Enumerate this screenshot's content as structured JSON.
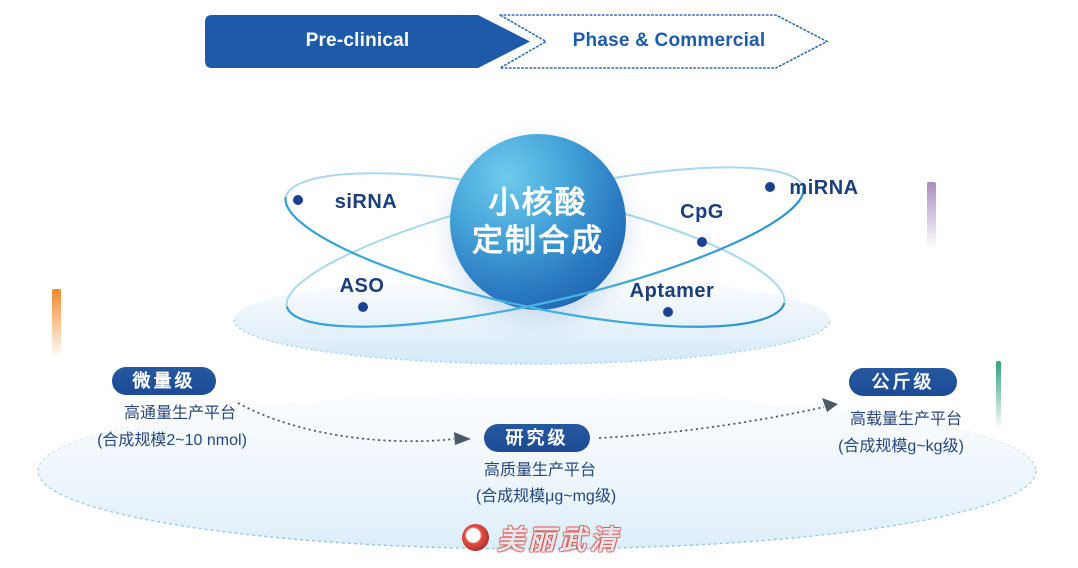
{
  "banner": {
    "stage1": "Pre-clinical",
    "stage2": "Phase & Commercial"
  },
  "center": {
    "title_line1": "小核酸",
    "title_line2": "定制合成"
  },
  "orbit": {
    "labels": [
      {
        "id": "sirna",
        "label": "siRNA"
      },
      {
        "id": "aso",
        "label": "ASO"
      },
      {
        "id": "cpg",
        "label": "CpG"
      },
      {
        "id": "aptamer",
        "label": "Aptamer"
      },
      {
        "id": "mirna",
        "label": "miRNA"
      }
    ]
  },
  "platforms": [
    {
      "level": "微量级",
      "platform": "高通量生产平台",
      "scale": "(合成规模2~10 nmol)"
    },
    {
      "level": "研究级",
      "platform": "高质量生产平台",
      "scale": "(合成规模μg~mg级)"
    },
    {
      "level": "公斤级",
      "platform": "高载量生产平台",
      "scale": "(合成规模g~kg级)"
    }
  ],
  "watermark": {
    "text": "美丽武清"
  },
  "colors": {
    "banner_blue": "#1d5aa9",
    "banner_text_blue": "#1d5cab",
    "navy_label": "#1c3e7d",
    "badge_navy": "#1e4f9c",
    "orbit_blue": "#2e9bd6",
    "dot_navy": "#1b4191",
    "arrow_gray": "#4d5a6a",
    "platform_ellipse_blue": "#ddedf8",
    "accent_orange": "#f08a2e",
    "accent_purple": "#a98cc0",
    "accent_green": "#2fa27b",
    "watermark_red": "#d7281e"
  }
}
